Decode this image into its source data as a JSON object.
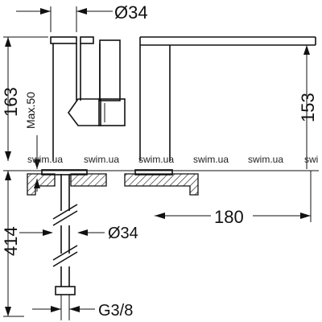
{
  "dimensions": {
    "top_diameter": "Ø34",
    "total_height": "163",
    "max_deck": "Max.50",
    "spout_height": "153",
    "spout_reach": "180",
    "shank_length": "414",
    "shank_diameter": "Ø34",
    "thread": "G3/8"
  },
  "watermarks": [
    "swim.ua",
    "swim.ua",
    "swim.ua",
    "swim.ua",
    "swim.ua",
    "swi"
  ]
}
